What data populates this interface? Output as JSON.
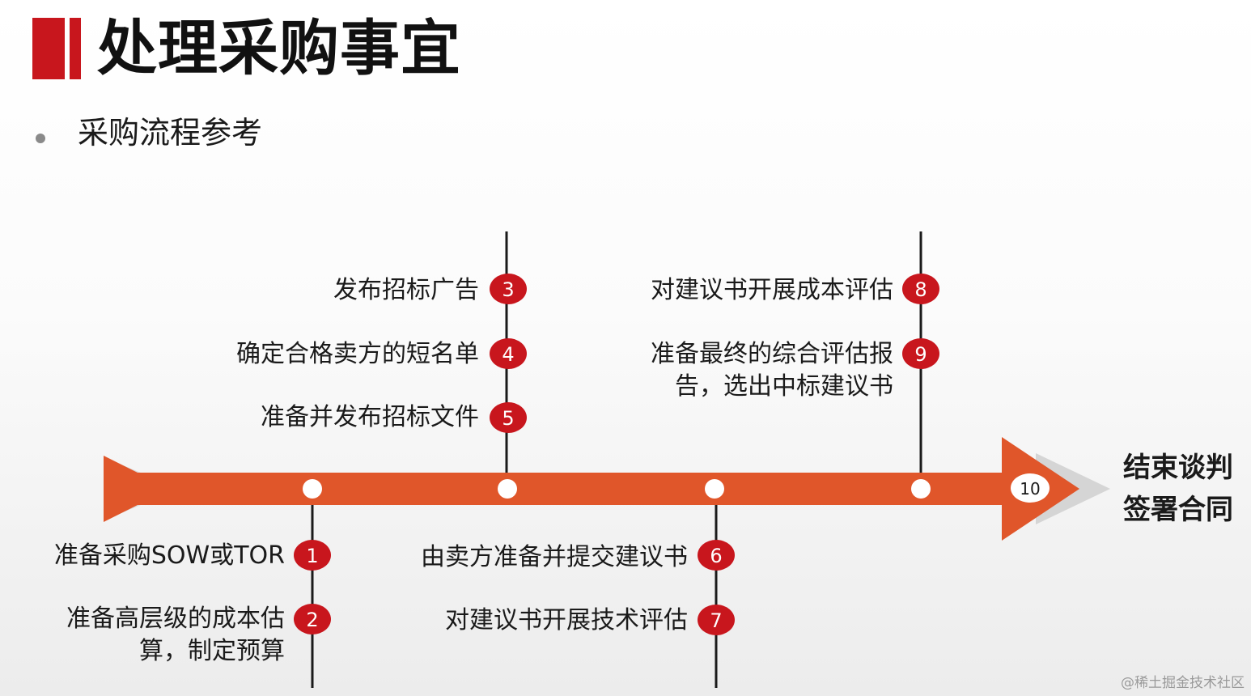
{
  "header": {
    "title": "处理采购事宜"
  },
  "subtitle": "采购流程参考",
  "process": {
    "steps": [
      {
        "number": "1",
        "label": "准备采购SOW或TOR"
      },
      {
        "number": "2",
        "label": "准备高层级的成本估",
        "label_line2": "算，制定预算"
      },
      {
        "number": "3",
        "label": "发布招标广告"
      },
      {
        "number": "4",
        "label": "确定合格卖方的短名单"
      },
      {
        "number": "5",
        "label": "准备并发布招标文件"
      },
      {
        "number": "6",
        "label": "由卖方准备并提交建议书"
      },
      {
        "number": "7",
        "label": "对建议书开展技术评估"
      },
      {
        "number": "8",
        "label": "对建议书开展成本评估"
      },
      {
        "number": "9",
        "label": "准备最终的综合评估报",
        "label_line2": "告，选出中标建议书"
      },
      {
        "number": "10"
      }
    ],
    "end_label_line1": "结束谈判",
    "end_label_line2": "签署合同"
  },
  "colors": {
    "accent": "#c8161d",
    "arrow": "#e0562a",
    "badge": "#c8161d"
  },
  "footer": {
    "watermark": "@稀土掘金技术社区"
  }
}
